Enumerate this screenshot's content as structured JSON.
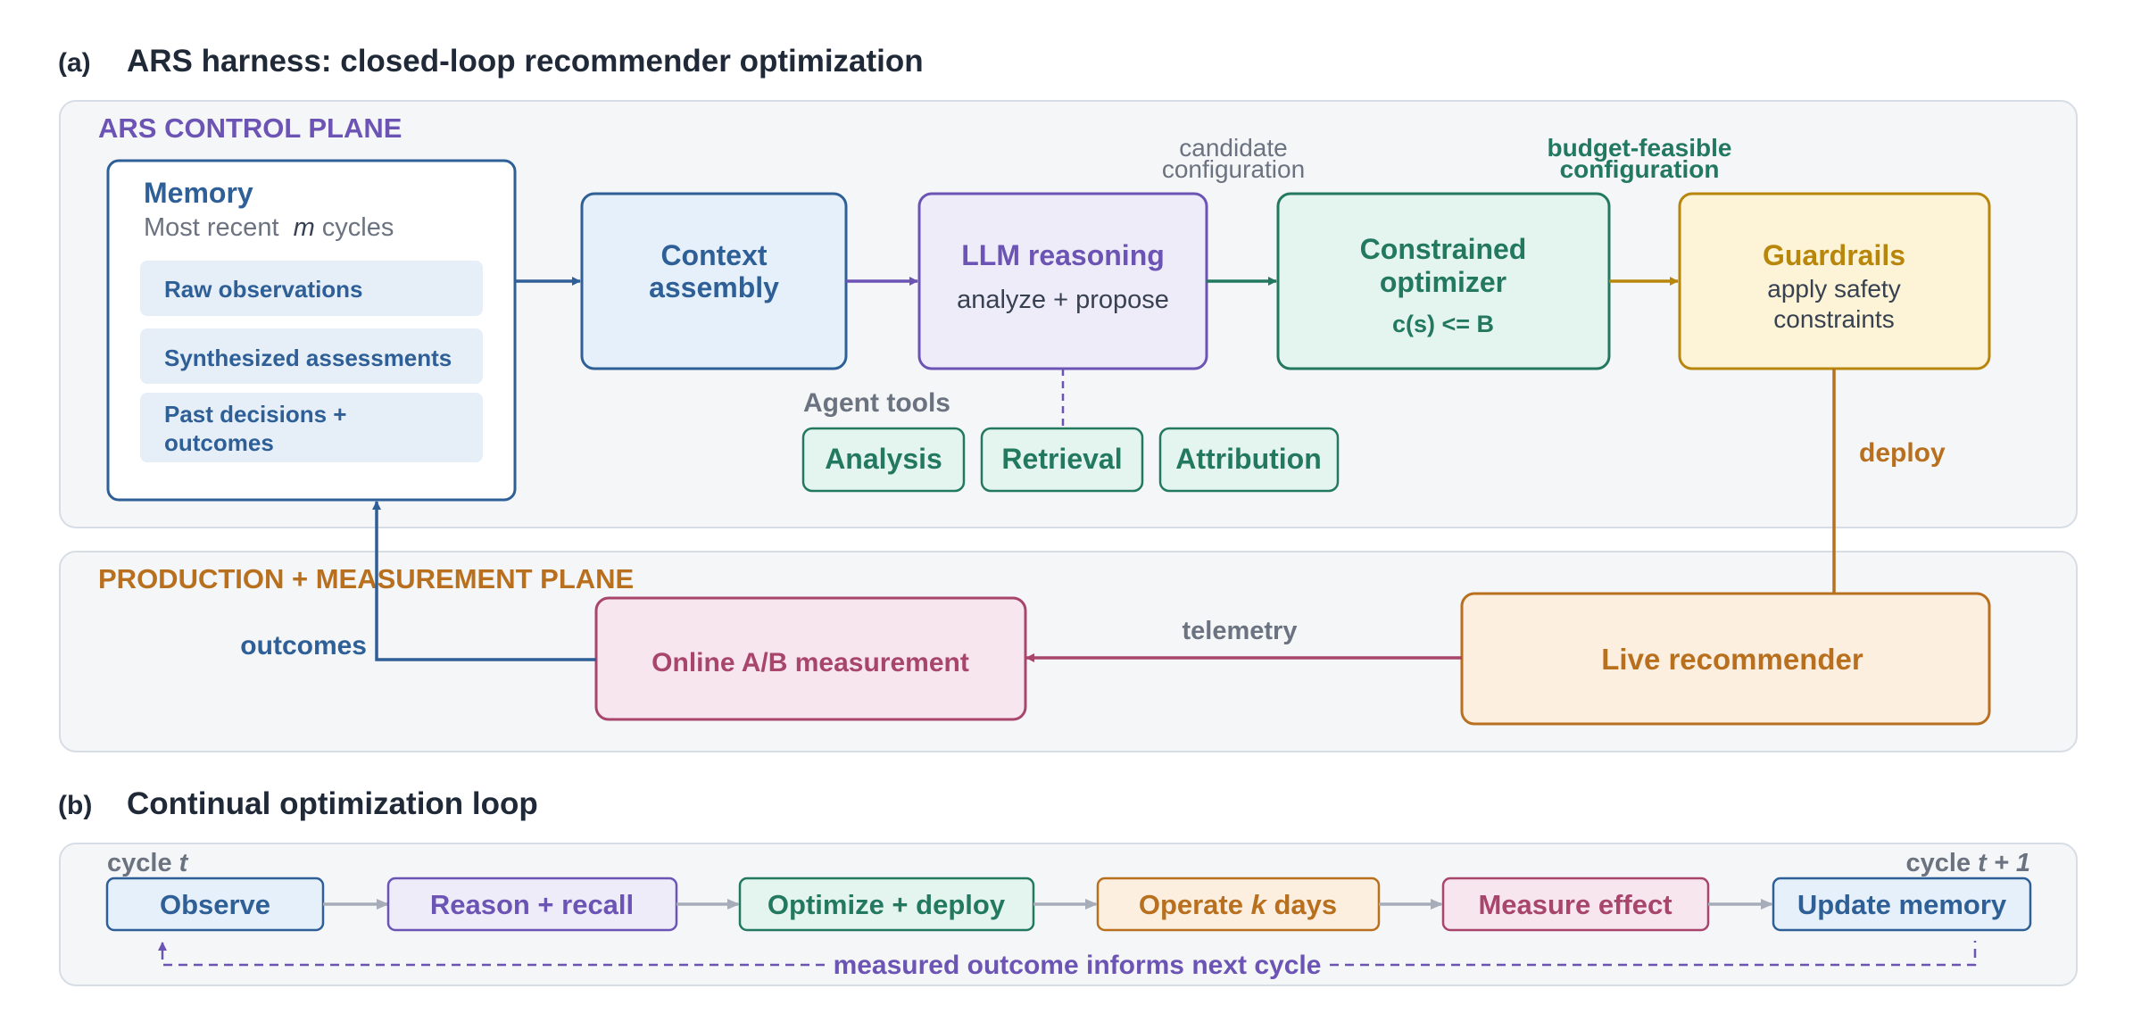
{
  "panel_a": {
    "letter": "(a)",
    "title": "ARS harness: closed-loop recommender optimization",
    "control_plane_label": "ARS CONTROL PLANE",
    "production_plane_label": "PRODUCTION + MEASUREMENT PLANE",
    "memory": {
      "title": "Memory",
      "subtitle_prefix": "Most recent",
      "subtitle_var": "m",
      "subtitle_suffix": "cycles",
      "items": [
        "Raw observations",
        "Synthesized assessments",
        "Past decisions +",
        "outcomes"
      ]
    },
    "context": {
      "line1": "Context",
      "line2": "assembly"
    },
    "llm": {
      "title": "LLM reasoning",
      "subtitle": "analyze + propose"
    },
    "optimizer": {
      "line1": "Constrained",
      "line2": "optimizer",
      "formula": "c(s) <= B"
    },
    "guardrails": {
      "title": "Guardrails",
      "line1": "apply safety",
      "line2": "constraints"
    },
    "candidate_label": {
      "line1": "candidate",
      "line2": "configuration"
    },
    "budget_label": {
      "line1": "budget-feasible",
      "line2": "configuration"
    },
    "agent_tools": {
      "label": "Agent tools",
      "tools": [
        "Analysis",
        "Retrieval",
        "Attribution"
      ]
    },
    "deploy_label": "deploy",
    "live": "Live recommender",
    "telemetry_label": "telemetry",
    "ab": "Online A/B measurement",
    "outcomes_label": "outcomes"
  },
  "panel_b": {
    "letter": "(b)",
    "title": "Continual optimization loop",
    "cycle_left": {
      "word": "cycle",
      "var": "t"
    },
    "cycle_right": {
      "word": "cycle",
      "var": "t + 1"
    },
    "steps": [
      {
        "label": "Observe"
      },
      {
        "label": "Reason + recall"
      },
      {
        "label": "Optimize + deploy"
      },
      {
        "label_prefix": "Operate",
        "label_var": "k",
        "label_suffix": "days"
      },
      {
        "label": "Measure effect"
      },
      {
        "label": "Update memory"
      }
    ],
    "feedback_label": "measured outcome informs next cycle"
  },
  "colors": {
    "blue": "#2e5f96",
    "purple": "#6b54b4",
    "green": "#23795f",
    "gold": "#b8860b",
    "orange": "#b8701f",
    "crimson": "#a8456a",
    "slate": "#6b7280",
    "plane_bg": "#f4f6f8",
    "plane_border": "#d7dde5"
  }
}
